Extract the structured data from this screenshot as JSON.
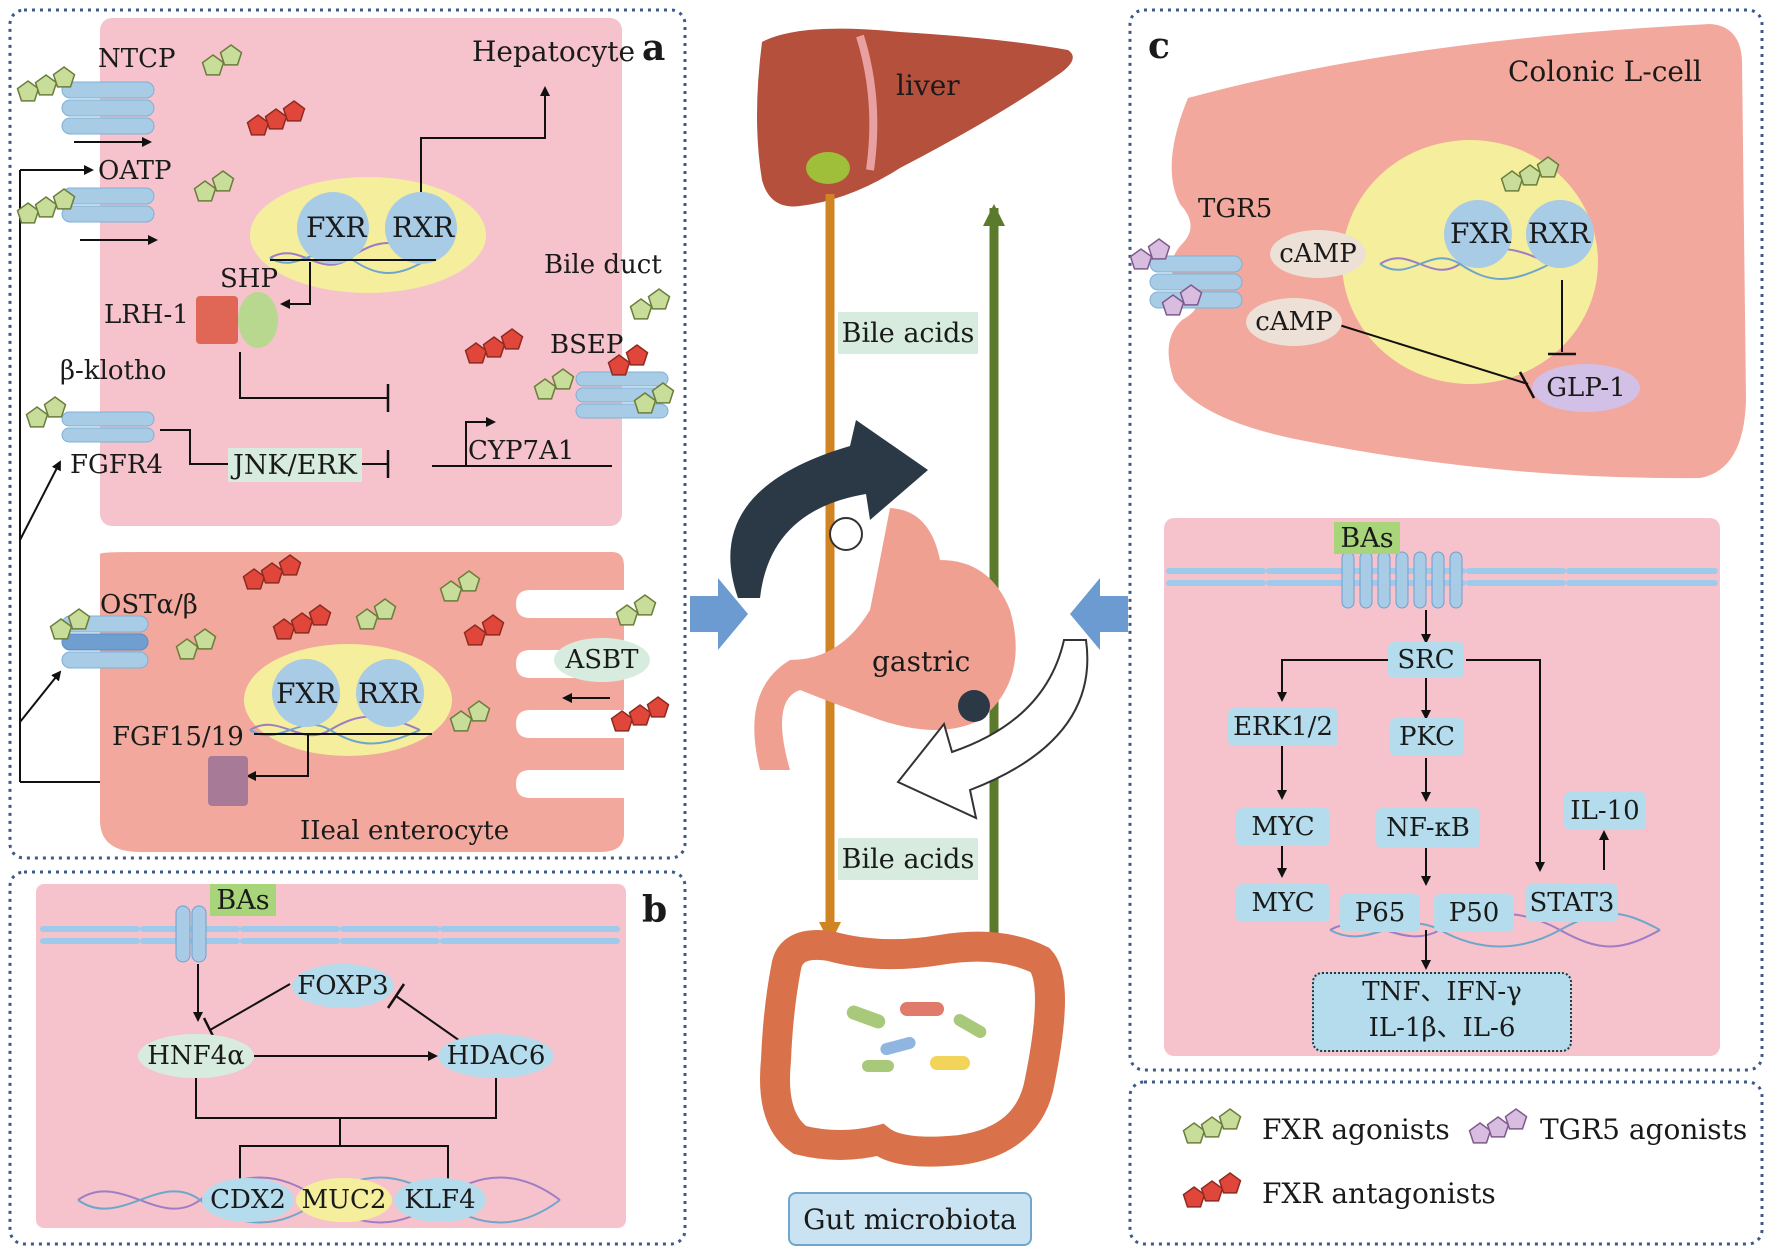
{
  "panels": {
    "a": "a",
    "b": "b",
    "c": "c"
  },
  "a": {
    "ntcp": "NTCP",
    "oatp": "OATP",
    "hepatocyte": "Hepatocyte",
    "fxr": "FXR",
    "rxr": "RXR",
    "shp": "SHP",
    "lrh1": "LRH-1",
    "bile_duct": "Bile duct",
    "bsep": "BSEP",
    "beta_klotho": "β-klotho",
    "fgfr4": "FGFR4",
    "jnk_erk": "JNK/ERK",
    "cyp7a1": "CYP7A1",
    "ost": "OSTα/β",
    "asbt": "ASBT",
    "fxr2": "FXR",
    "rxr2": "RXR",
    "fgf15": "FGF15/19",
    "ileal": "IIeal enterocyte"
  },
  "b": {
    "bas": "BAs",
    "foxp3": "FOXP3",
    "hnf4a": "HNF4α",
    "hdac6": "HDAC6",
    "cdx2": "CDX2",
    "muc2": "MUC2",
    "klf4": "KLF4"
  },
  "center": {
    "liver": "liver",
    "bile_acids_top": "Bile acids",
    "gastric": "gastric",
    "bile_acids_bottom": "Bile acids",
    "gut_microbiota": "Gut microbiota"
  },
  "c": {
    "colonic": "Colonic L-cell",
    "tgr5": "TGR5",
    "camp1": "cAMP",
    "camp2": "cAMP",
    "fxr": "FXR",
    "rxr": "RXR",
    "glp1": "GLP-1",
    "bas": "BAs",
    "src": "SRC",
    "erk": "ERK1/2",
    "pkc": "PKC",
    "myc1": "MYC",
    "nfkb": "NF-κB",
    "il10": "IL-10",
    "myc2": "MYC",
    "p65": "P65",
    "p50": "P50",
    "stat3": "STAT3",
    "cyto1": "TNF、IFN-γ",
    "cyto2": "IL-1β、IL-6"
  },
  "legend": {
    "fxr_agonists": "FXR agonists",
    "tgr5_agonists": "TGR5 agonists",
    "fxr_antagonists": "FXR antagonists"
  },
  "colors": {
    "agonist": "#c9dd9a",
    "antagonist": "#e0473a",
    "tgr5": "#d8bde0",
    "cell_pink": "#f6c3cc",
    "enterocyte": "#f2a89c",
    "nucleus": "#f5ee9d",
    "receptor": "#a8cbe6",
    "bile_orange": "#d08423",
    "bile_green": "#5b7a2c"
  }
}
